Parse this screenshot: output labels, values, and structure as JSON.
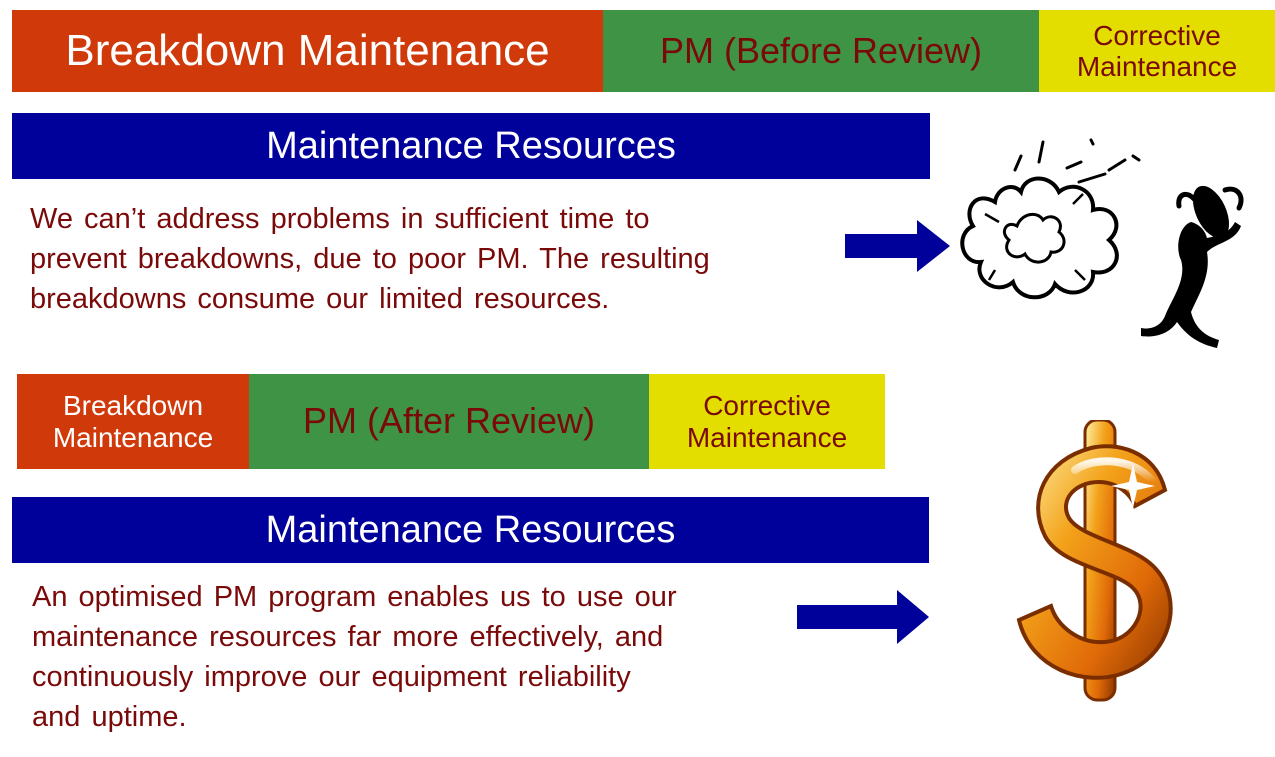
{
  "top_section": {
    "bar": {
      "breakdown": "Breakdown Maintenance",
      "pm": "PM (Before Review)",
      "corrective": "Corrective Maintenance"
    },
    "resources_label": "Maintenance Resources",
    "lines": [
      "We can’t address problems in sufficient time to",
      "prevent breakdowns, due to poor PM. The resulting",
      "breakdowns consume our limited resources."
    ],
    "illustration": "explosion-and-stressed-figure-icon"
  },
  "bottom_section": {
    "bar": {
      "breakdown": "Breakdown Maintenance",
      "pm": "PM (After Review)",
      "corrective": "Corrective Maintenance"
    },
    "resources_label": "Maintenance Resources",
    "lines": [
      "An optimised PM program enables us to use our",
      "maintenance resources far more effectively, and",
      "continuously improve our equipment reliability",
      "and uptime."
    ],
    "illustration": "gold-dollar-sign-icon"
  },
  "colors": {
    "breakdown": "#d03a0a",
    "pm": "#3e9444",
    "corrective": "#e3dd00",
    "resources": "#00009a",
    "text": "#7a0a0a",
    "arrow": "#00009a"
  }
}
